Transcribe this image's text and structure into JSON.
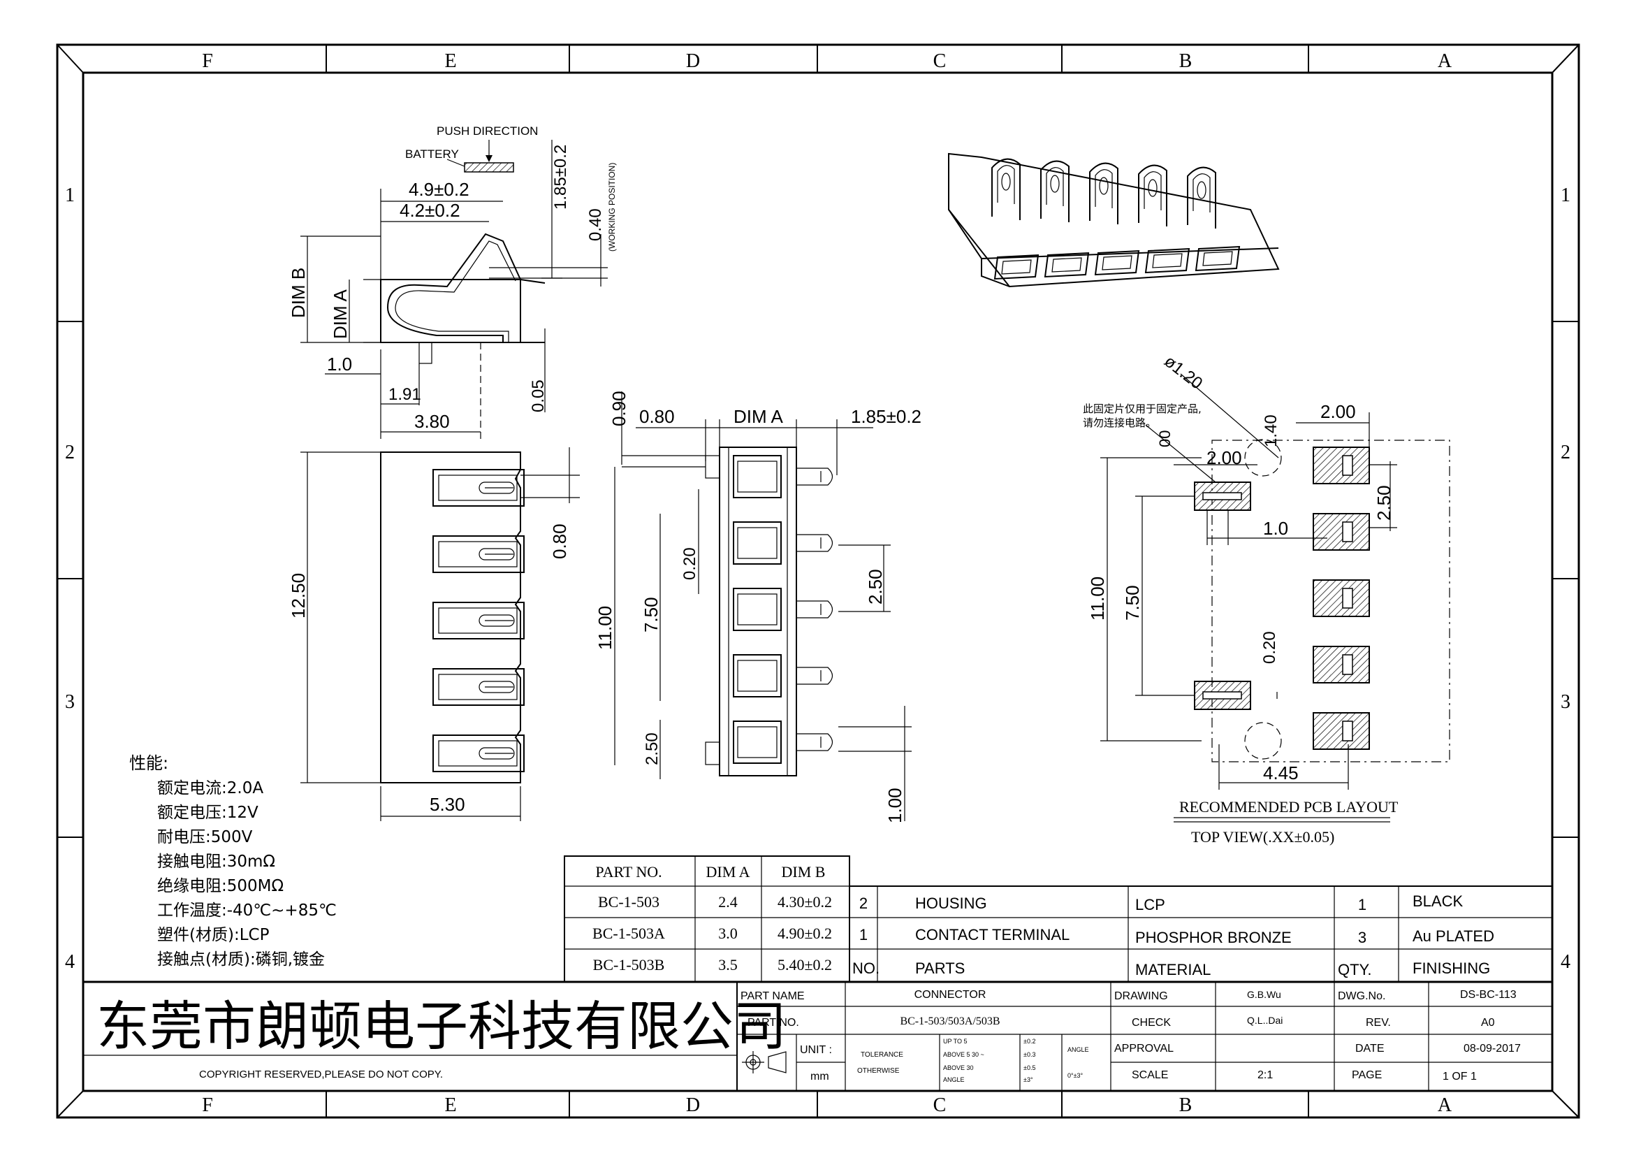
{
  "zones": {
    "columns": [
      "F",
      "E",
      "D",
      "C",
      "B",
      "A"
    ],
    "rows": [
      "1",
      "2",
      "3",
      "4"
    ]
  },
  "side_view": {
    "push_direction": "PUSH DIRECTION",
    "battery": "BATTERY",
    "dim_49": "4.9±0.2",
    "dim_42": "4.2±0.2",
    "dim_185v": "1.85±0.2",
    "dim_040": "0.40",
    "working_position": "(WORKING POSITION)",
    "dim_b": "DIM B",
    "dim_a": "DIM A",
    "dim_10": "1.0",
    "dim_191": "1.91",
    "dim_380": "3.80",
    "dim_005": "0.05"
  },
  "top_view": {
    "dim_1250": "12.50",
    "dim_080": "0.80",
    "dim_530": "5.30"
  },
  "front_view": {
    "dim_090": "0.90",
    "dim_080": "0.80",
    "dim_a": "DIM A",
    "dim_185": "1.85±0.2",
    "dim_020": "0.20",
    "dim_1100": "11.00",
    "dim_750": "7.50",
    "dim_250": "2.50",
    "dim_250b": "2.50",
    "dim_100": "1.00"
  },
  "pcb_layout": {
    "dia": "ø1.20",
    "dim_140": "1.40",
    "dim_200_top": "2.00",
    "note_line1": "此固定片仅用于固定产品,",
    "note_line2": "请勿连接电路。",
    "dim_00": "00",
    "dim_200": "2.00",
    "dim_250": "2.50",
    "dim_10": "1.0",
    "dim_1100": "11.00",
    "dim_750": "7.50",
    "dim_020": "0.20",
    "dim_445": "4.45",
    "title": "RECOMMENDED PCB LAYOUT",
    "subtitle": "TOP VIEW(.XX±0.05)"
  },
  "specs": {
    "heading": "性能:",
    "lines": [
      "额定电流:2.0A",
      "额定电压:12V",
      "耐电压:500V",
      "接触电阻:30mΩ",
      "绝缘电阻:500MΩ",
      "工作温度:-40℃~+85℃",
      "塑件(材质):LCP",
      "接触点(材质):磷铜,镀金"
    ]
  },
  "part_table": {
    "headers": [
      "PART NO.",
      "DIM A",
      "DIM B"
    ],
    "rows": [
      [
        "BC-1-503",
        "2.4",
        "4.30±0.2"
      ],
      [
        "BC-1-503A",
        "3.0",
        "4.90±0.2"
      ],
      [
        "BC-1-503B",
        "3.5",
        "5.40±0.2"
      ]
    ]
  },
  "bom": {
    "rows": [
      {
        "no": "2",
        "part": "HOUSING",
        "material": "LCP",
        "qty": "1",
        "finish": "BLACK"
      },
      {
        "no": "1",
        "part": "CONTACT TERMINAL",
        "material": "PHOSPHOR BRONZE",
        "qty": "3",
        "finish": "Au PLATED"
      }
    ],
    "header": {
      "no": "NO.",
      "part": "PARTS",
      "material": "MATERIAL",
      "qty": "QTY.",
      "finish": "FINISHING"
    }
  },
  "title_block": {
    "company": "东莞市朗顿电子科技有限公司",
    "copyright": "COPYRIGHT RESERVED,PLEASE DO NOT COPY.",
    "part_name_label": "PART NAME",
    "part_name": "CONNECTOR",
    "part_no_label": "PART NO.",
    "part_no": "BC-1-503/503A/503B",
    "unit_label": "UNIT :",
    "unit": "mm",
    "tolerance_label": "TOLERANCE",
    "otherwise_label": "OTHERWISE",
    "tol_upto": "UP TO 5",
    "tol_upto_val": "±0.2",
    "tol_above5": "ABOVE 5  30 ~",
    "tol_above5_val": "±0.3",
    "tol_above30": "ABOVE 30",
    "tol_above30_val": "±0.5",
    "tol_angle": "ANGLE",
    "tol_angle_val": "±3°",
    "angle_label": "ANGLE",
    "angle_val": "0°±3°",
    "drawing_label": "DRAWING",
    "drawing": "G.B.Wu",
    "check_label": "CHECK",
    "check": "Q.L..Dai",
    "approval_label": "APPROVAL",
    "scale_label": "SCALE",
    "scale": "2:1",
    "dwg_no_label": "DWG.No.",
    "dwg_no": "DS-BC-113",
    "rev_label": "REV.",
    "rev": "A0",
    "date_label": "DATE",
    "date": "08-09-2017",
    "page_label": "PAGE",
    "page": "1 OF 1"
  }
}
